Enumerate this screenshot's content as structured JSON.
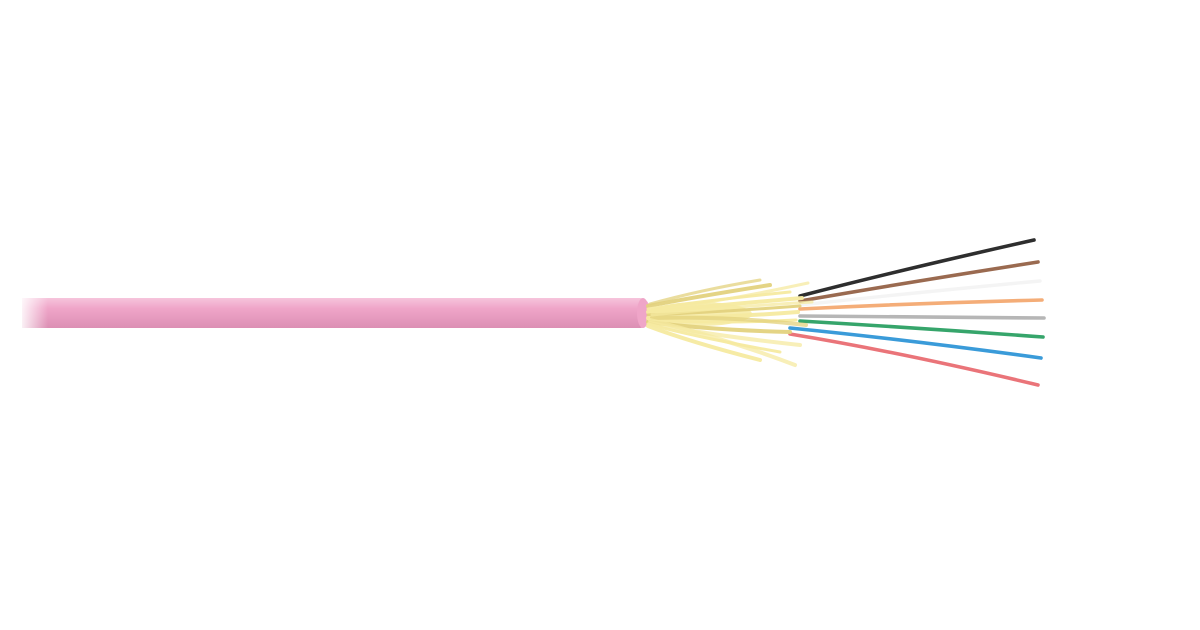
{
  "background_color": "#ffffff",
  "cable": {
    "jacket_color": "#efa5c8",
    "jacket_highlight": "#f6c4dc",
    "jacket_shadow": "#dc8fb4",
    "aramid_yarn_color": "#f6eaa0",
    "aramid_yarn_shadow": "#e3d27e",
    "fiber_count": 8,
    "fibers": [
      {
        "name": "black",
        "color": "#2e2e2e"
      },
      {
        "name": "brown",
        "color": "#9a6a50"
      },
      {
        "name": "white",
        "color": "#f1f1f1"
      },
      {
        "name": "orange",
        "color": "#f4ad78"
      },
      {
        "name": "gray",
        "color": "#b6b6b6"
      },
      {
        "name": "green",
        "color": "#36a56b"
      },
      {
        "name": "blue",
        "color": "#3a9bd9"
      },
      {
        "name": "red",
        "color": "#ea7479"
      }
    ]
  }
}
